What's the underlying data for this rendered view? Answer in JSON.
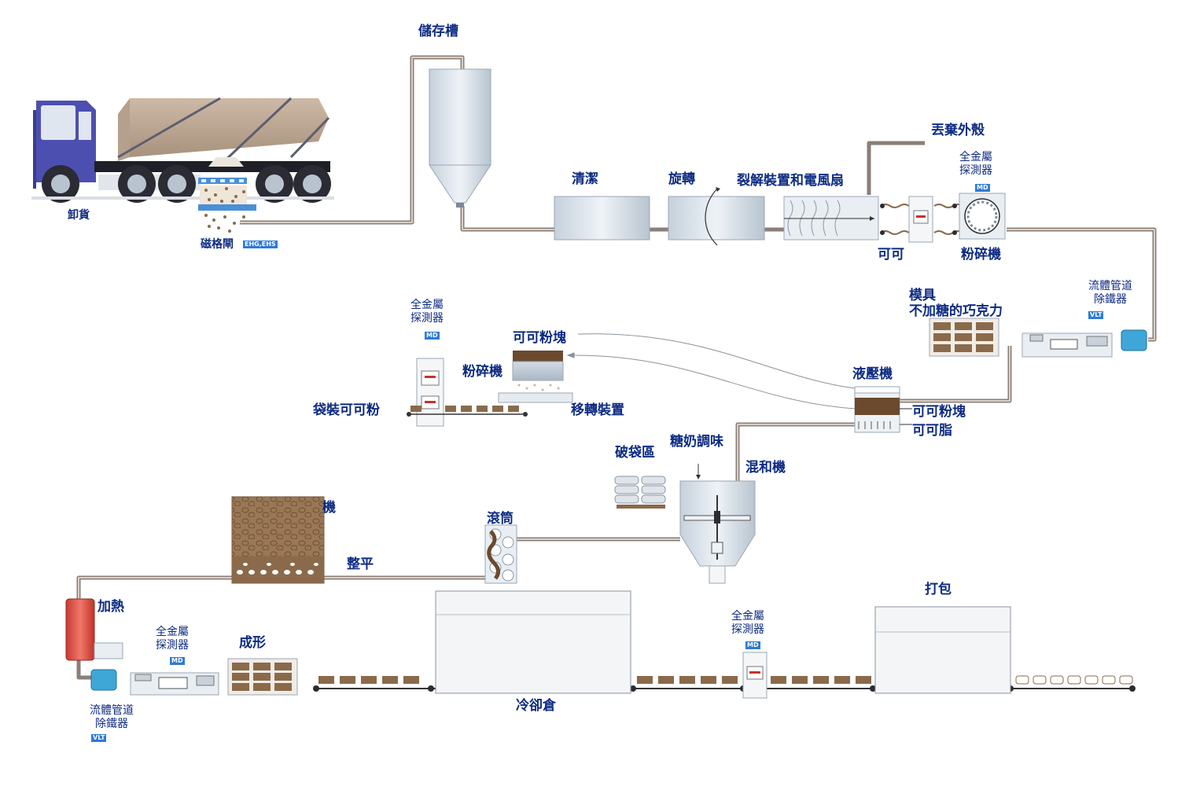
{
  "labels": {
    "storage_tank": "儲存槽",
    "unloading": "卸貨",
    "grate_magnet": "磁格閘",
    "discard_shell": "丟棄外殼",
    "cleaning": "清潔",
    "rotating": "旋轉",
    "cracker_fan": "裂解裝置和電風扇",
    "md_top": "全金屬\n探測器",
    "grinder_top": "粉碎機",
    "cocoa_nibs": "可可",
    "mould": "模具\n不加糖的巧克力",
    "vlt_right": "流體管道\n除鐵器",
    "md_left": "全金屬\n探測器",
    "cocoa_cake_top": "可可粉塊",
    "grinder_mid": "粉碎機",
    "bagged_cocoa": "袋裝可可粉",
    "transfer_device": "移轉裝置",
    "hydraulic_press": "液壓機",
    "cocoa_cake_press": "可可粉塊",
    "cocoa_butter": "可可脂",
    "sugar_milk": "糖奶調味",
    "bag_break_area": "破袋區",
    "mixer": "混和機",
    "roller": "滾筒",
    "tempering_partial": "機",
    "levelling": "整平",
    "heating": "加熱",
    "md_bottom_left": "全金屬\n探測器",
    "forming": "成形",
    "vlt_bottom": "流體管道\n除鐵器",
    "md_bottom_mid": "全金屬\n探測器",
    "packing": "打包",
    "cooling_chamber": "冷卻倉"
  },
  "tags": {
    "grate_magnet_tag": "EHG,EHS",
    "md_tag": "MD",
    "vlt_tag": "VLT"
  },
  "colors": {
    "pipe": "#8a7f78",
    "pipe_inner": "#c9bfb6",
    "label_blue": "#0d2b82",
    "tag_blue": "#2d7ad6",
    "truck_cab": "#4d4fb0",
    "cocoa_brown": "#8a6a4a",
    "heater_red": "#d9473b",
    "steel_light": "#dbe3ea"
  }
}
